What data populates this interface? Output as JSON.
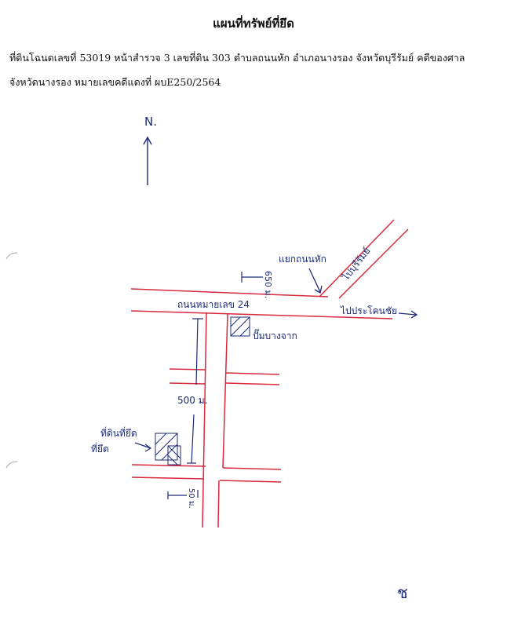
{
  "document": {
    "title": "แผนที่ทรัพย์ที่ยึด",
    "line1": "ที่ดินโฉนดเลขที่ 53019 หน้าสำรวจ 3 เลขที่ดิน 303 ตำบลถนนหัก อำเภอนางรอง จังหวัดบุรีรัมย์ คดีของศาล",
    "line2": "จังหวัดนางรอง หมายเลขคดีแดงที่ ผบE250/2564"
  },
  "map": {
    "north_label": "N.",
    "intersection_label": "แยกถนนหัก",
    "distance_to_intersection": "650 ม.",
    "diagonal_road_label": "ไปบุรีรัมย์",
    "main_road_label": "ถนนหมายเลข 24",
    "to_city_label": "ไปประโคนชัย",
    "gas_station_label": "ปั๊มบางจาก",
    "distance_south": "500 ม.",
    "property_label_line1": "ที่ดินที่ยึด",
    "property_label_line2": "ที่ยึด",
    "small_distance": "50 ม.",
    "signature_mark": "ช"
  },
  "colors": {
    "road": "#d8283c",
    "ink": "#1c2a7a"
  }
}
